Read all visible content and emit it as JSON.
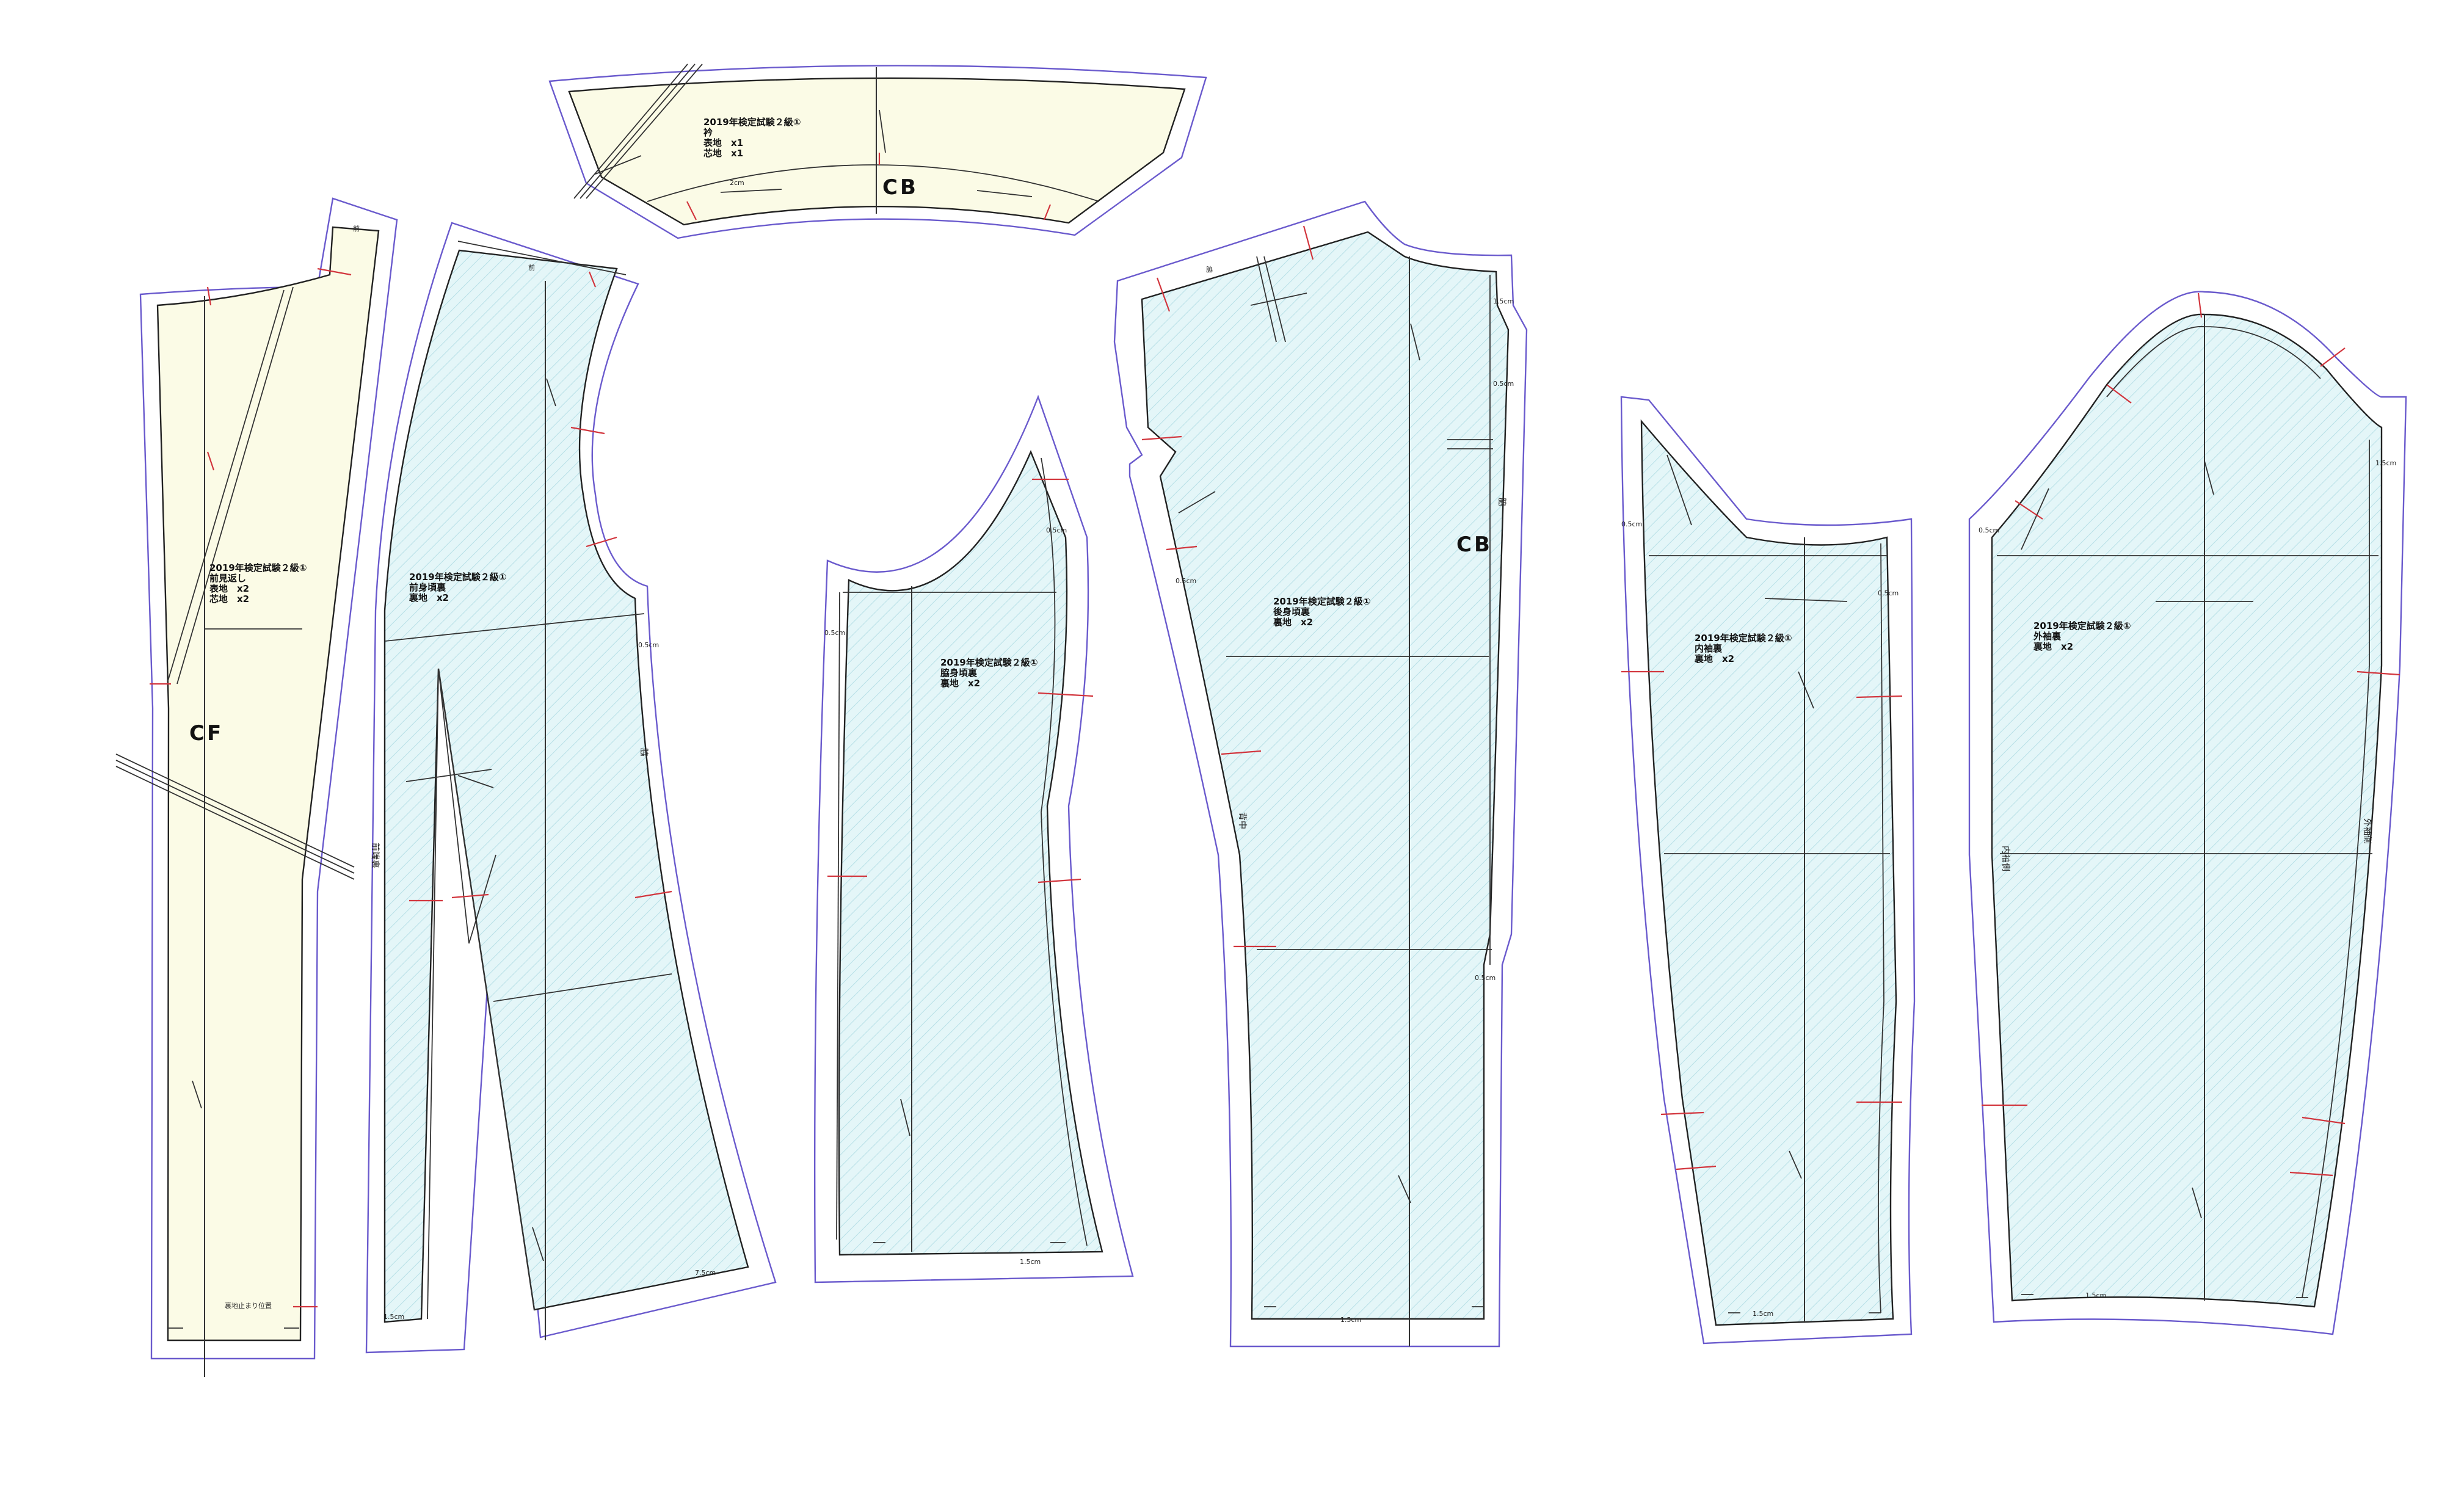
{
  "pieces": {
    "yoke": {
      "lines": [
        "2019年検定試験２級①",
        "衿",
        "表地　x1",
        "芯地　x1"
      ],
      "center_mark": "CB",
      "seam_note": "2cm"
    },
    "front_facing": {
      "lines": [
        "2019年検定試験２級①",
        "前見返し",
        "表地　x2",
        "芯地　x2"
      ],
      "center_mark": "CF",
      "top_mark": "前",
      "hem_note": "裏地止まり位置"
    },
    "front_lining": {
      "lines": [
        "2019年検定試験２級①",
        "前身頃裏",
        "裏地　x2"
      ],
      "top_mark": "前",
      "side_label_a": "前端裏",
      "side_label_b": "脇",
      "allowance_top": "0.5cm",
      "allowance_bottom": "1.5cm",
      "allowance_hem": "7.5cm"
    },
    "side_lining": {
      "lines": [
        "2019年検定試験２級①",
        "脇身頃裏",
        "裏地　x2"
      ],
      "allowance_a": "0.5cm",
      "allowance_b": "0.5cm",
      "allowance_hem": "1.5cm"
    },
    "back_lining": {
      "lines": [
        "2019年検定試験２級①",
        "後身頃裏",
        "裏地　x2"
      ],
      "center_mark": "CB",
      "top_mark": "脇",
      "side_label": "背中",
      "side_label_b": "脇",
      "allowance_a": "1.5cm",
      "allowance_b": "0.5cm",
      "allowance_c": "0.5cm",
      "allowance_d": "0.5cm",
      "allowance_hem": "1.5cm"
    },
    "inner_sleeve": {
      "lines": [
        "2019年検定試験２級①",
        "内袖裏",
        "裏地　x2"
      ],
      "allowance_a": "0.5cm",
      "allowance_b": "0.5cm",
      "allowance_hem": "1.5cm"
    },
    "outer_sleeve": {
      "lines": [
        "2019年検定試験２級①",
        "外袖裏",
        "裏地　x2"
      ],
      "side_label_a": "内袖側",
      "side_label_b": "外袖側",
      "allowance_a": "0.5cm",
      "allowance_b": "1.5cm",
      "allowance_hem": "1.5cm"
    }
  },
  "colors": {
    "outline": "#6a5acd",
    "notch": "#d2353d",
    "facing_fill": "#fbfbe6",
    "lining_fill": "#e4f6f8"
  }
}
